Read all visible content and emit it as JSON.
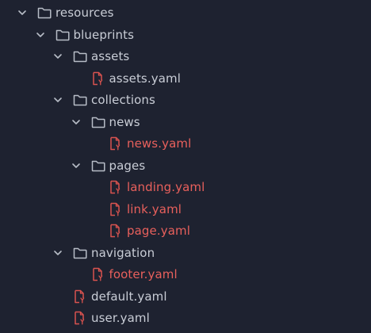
{
  "colors": {
    "background": "#1e2230",
    "text": "#c9cdd6",
    "modified_text": "#e8605c",
    "folder_icon": "#b8bdc7",
    "yaml_icon": "#d9534f"
  },
  "tree": [
    {
      "label": "resources",
      "kind": "folder",
      "depth": 0,
      "expanded": true,
      "icon": "folder-icon"
    },
    {
      "label": "blueprints",
      "kind": "folder",
      "depth": 1,
      "expanded": true,
      "icon": "folder-icon"
    },
    {
      "label": "assets",
      "kind": "folder",
      "depth": 2,
      "expanded": true,
      "icon": "folder-icon"
    },
    {
      "label": "assets.yaml",
      "kind": "file",
      "depth": 3,
      "modified": false,
      "icon": "yaml-file-icon"
    },
    {
      "label": "collections",
      "kind": "folder",
      "depth": 2,
      "expanded": true,
      "icon": "folder-icon"
    },
    {
      "label": "news",
      "kind": "folder",
      "depth": 3,
      "expanded": true,
      "icon": "folder-icon"
    },
    {
      "label": "news.yaml",
      "kind": "file",
      "depth": 4,
      "modified": true,
      "icon": "yaml-file-icon"
    },
    {
      "label": "pages",
      "kind": "folder",
      "depth": 3,
      "expanded": true,
      "icon": "folder-icon"
    },
    {
      "label": "landing.yaml",
      "kind": "file",
      "depth": 4,
      "modified": true,
      "icon": "yaml-file-icon"
    },
    {
      "label": "link.yaml",
      "kind": "file",
      "depth": 4,
      "modified": true,
      "icon": "yaml-file-icon"
    },
    {
      "label": "page.yaml",
      "kind": "file",
      "depth": 4,
      "modified": true,
      "icon": "yaml-file-icon"
    },
    {
      "label": "navigation",
      "kind": "folder",
      "depth": 2,
      "expanded": true,
      "icon": "folder-icon"
    },
    {
      "label": "footer.yaml",
      "kind": "file",
      "depth": 3,
      "modified": true,
      "icon": "yaml-file-icon"
    },
    {
      "label": "default.yaml",
      "kind": "file",
      "depth": 2,
      "modified": false,
      "icon": "yaml-file-icon"
    },
    {
      "label": "user.yaml",
      "kind": "file",
      "depth": 2,
      "modified": false,
      "icon": "yaml-file-icon"
    }
  ]
}
